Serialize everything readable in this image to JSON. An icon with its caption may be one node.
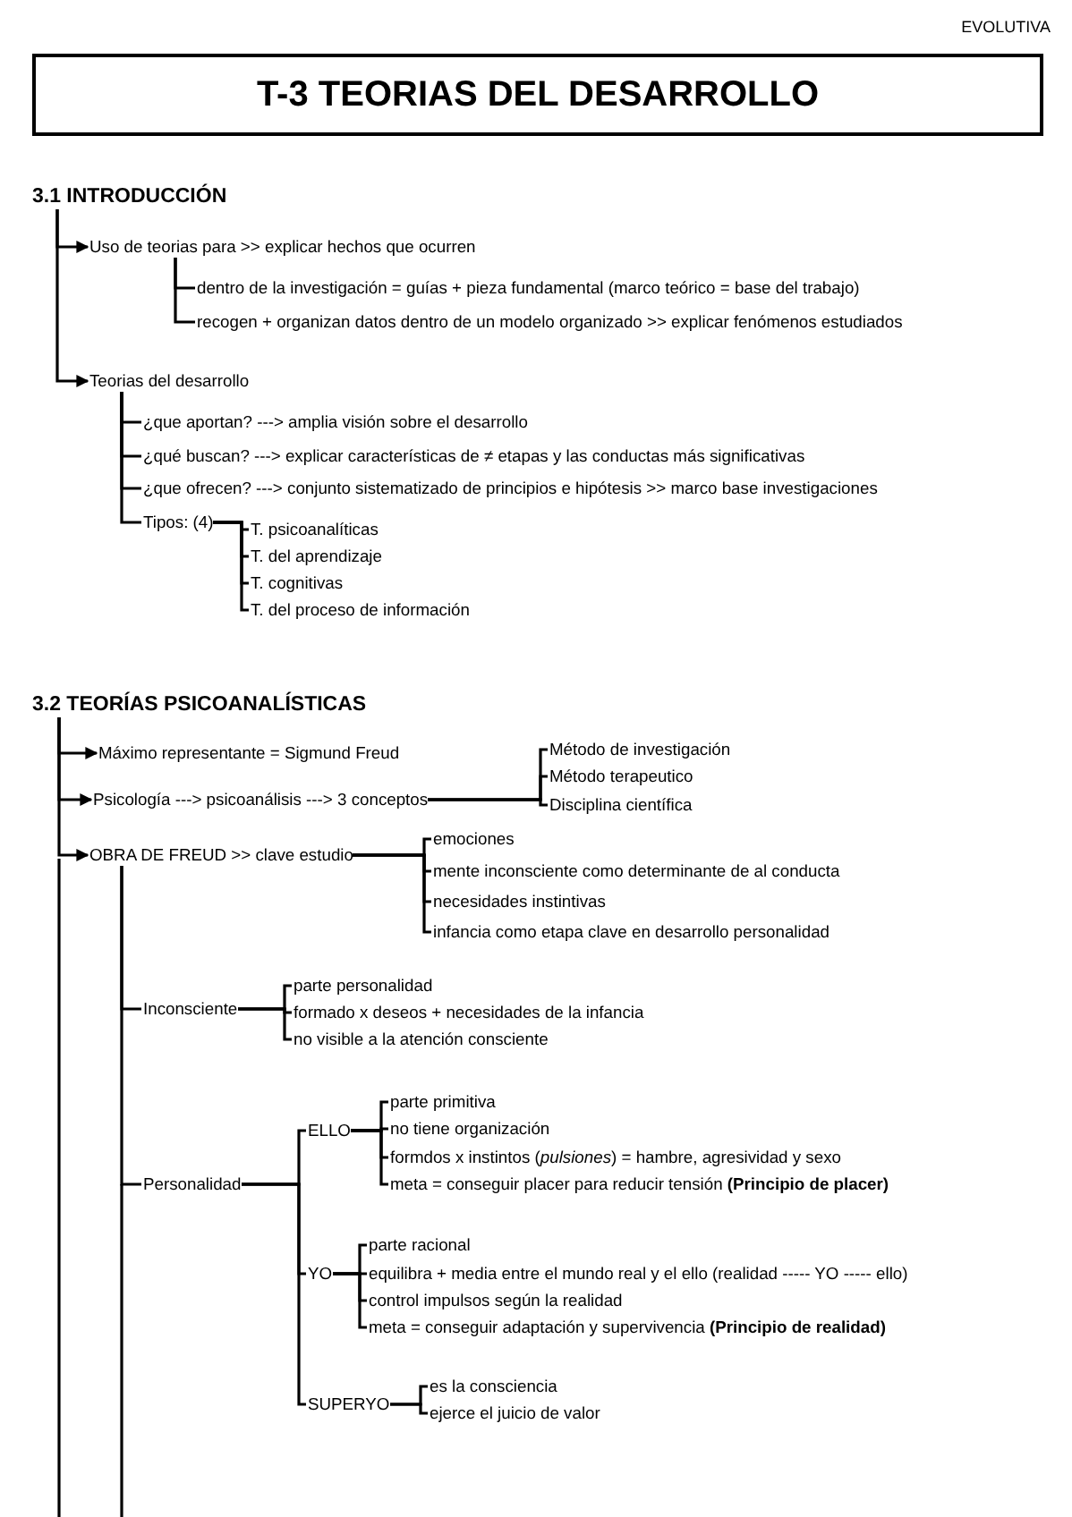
{
  "diagram": {
    "title": "T-3 TEORIAS DEL DESARROLLO",
    "nodes": [
      {
        "text": [
          "3.1 INTRODUCCIÓN"
        ]
      },
      {
        "text": [
          "Uso de teorias para >> explicar hechos que ocurren"
        ]
      },
      {
        "text": [
          "dentro de la investigación = guías + pieza fundamental (marco teórico = base del trabajo)"
        ]
      },
      {
        "text": [
          "recogen + organizan datos dentro de un modelo organizado >> explicar fenómenos estudiados"
        ]
      },
      {
        "text": [
          "Teorias del desarrollo"
        ]
      },
      {
        "text": [
          "¿que aportan? ---> amplia visión sobre el desarrollo"
        ]
      },
      {
        "text": [
          "¿qué buscan? ---> explicar características de ≠ etapas y las conductas más significativas"
        ]
      },
      {
        "text": [
          "¿que ofrecen? ---> conjunto sistematizado de principios e hipótesis >> marco base investigaciones"
        ]
      },
      {
        "text": [
          "Tipos: (4)"
        ]
      },
      {
        "text": [
          "T. psicoanalíticas"
        ]
      },
      {
        "text": [
          "T. del aprendizaje"
        ]
      },
      {
        "text": [
          "T. cognitivas"
        ]
      },
      {
        "text": [
          "T. del proceso de información"
        ]
      },
      {
        "text": [
          "3.2 TEORÍAS PSICOANALÍSTICAS"
        ]
      },
      {
        "text": [
          "Máximo representante = Sigmund Freud"
        ]
      },
      {
        "text": [
          "Psicología ---> psicoanálisis ---> 3 conceptos"
        ]
      },
      {
        "text": [
          "Método de investigación"
        ]
      },
      {
        "text": [
          "Método terapeutico"
        ]
      },
      {
        "text": [
          "Disciplina científica"
        ]
      },
      {
        "text": [
          "OBRA DE FREUD >> clave estudio"
        ]
      },
      {
        "text": [
          "emociones"
        ]
      },
      {
        "text": [
          "mente inconsciente como determinante de al conducta"
        ]
      },
      {
        "text": [
          "necesidades instintivas"
        ]
      },
      {
        "text": [
          "infancia como etapa clave en desarrollo personalidad"
        ]
      },
      {
        "text": [
          "Inconsciente"
        ]
      },
      {
        "text": [
          "parte personalidad"
        ]
      },
      {
        "text": [
          "formado x deseos + necesidades de la infancia"
        ]
      },
      {
        "text": [
          "no visible a la atención consciente"
        ]
      },
      {
        "text": [
          "Personalidad"
        ]
      },
      {
        "text": [
          "ELLO"
        ]
      },
      {
        "text": [
          "parte primitiva"
        ]
      },
      {
        "text": [
          "no tiene organización"
        ]
      },
      {
        "text": [
          "formdos x instintos (*pulsiones*) = hambre, agresividad y sexo"
        ]
      },
      {
        "text": [
          "meta = conseguir placer para reducir tensión **(Principio de placer)**"
        ]
      },
      {
        "text": [
          "YO"
        ]
      },
      {
        "text": [
          "parte racional"
        ]
      },
      {
        "text": [
          "equilibra + media entre el mundo real y el ello (realidad ----- YO ----- ello)"
        ]
      },
      {
        "text": [
          "control impulsos según la realidad"
        ]
      },
      {
        "text": [
          "meta = conseguir adaptación y supervivencia **(Principio de realidad)**"
        ]
      },
      {
        "text": [
          "SUPERYO"
        ]
      },
      {
        "text": [
          "es la consciencia"
        ]
      },
      {
        "text": [
          "ejerce el juicio de valor"
        ]
      }
    ],
    "edges": [
      {
        "from": 0,
        "to": 1,
        "arrow": "to"
      },
      {
        "from": 1,
        "to": 2,
        "arrow": "none"
      },
      {
        "from": 1,
        "to": 3,
        "arrow": "none"
      },
      {
        "from": 0,
        "to": 4,
        "arrow": "to"
      },
      {
        "from": 4,
        "to": 5,
        "arrow": "none"
      },
      {
        "from": 4,
        "to": 6,
        "arrow": "none"
      },
      {
        "from": 4,
        "to": 7,
        "arrow": "none"
      },
      {
        "from": 4,
        "to": 8,
        "arrow": "none"
      },
      {
        "from": 8,
        "to": 9,
        "arrow": "none"
      },
      {
        "from": 8,
        "to": 10,
        "arrow": "none"
      },
      {
        "from": 8,
        "to": 11,
        "arrow": "none"
      },
      {
        "from": 8,
        "to": 12,
        "arrow": "none"
      },
      {
        "from": 13,
        "to": 14,
        "arrow": "to"
      },
      {
        "from": 13,
        "to": 15,
        "arrow": "to"
      },
      {
        "from": 15,
        "to": 16,
        "arrow": "none"
      },
      {
        "from": 15,
        "to": 17,
        "arrow": "none"
      },
      {
        "from": 15,
        "to": 18,
        "arrow": "none"
      },
      {
        "from": 13,
        "to": 19,
        "arrow": "to"
      },
      {
        "from": 19,
        "to": 20,
        "arrow": "none"
      },
      {
        "from": 19,
        "to": 21,
        "arrow": "none"
      },
      {
        "from": 19,
        "to": 22,
        "arrow": "none"
      },
      {
        "from": 19,
        "to": 23,
        "arrow": "none"
      },
      {
        "from": 19,
        "to": 24,
        "arrow": "none"
      },
      {
        "from": 24,
        "to": 25,
        "arrow": "none"
      },
      {
        "from": 24,
        "to": 26,
        "arrow": "none"
      },
      {
        "from": 24,
        "to": 27,
        "arrow": "none"
      },
      {
        "from": 19,
        "to": 28,
        "arrow": "none"
      },
      {
        "from": 28,
        "to": 29,
        "arrow": "none"
      },
      {
        "from": 29,
        "to": 30,
        "arrow": "none"
      },
      {
        "from": 29,
        "to": 31,
        "arrow": "none"
      },
      {
        "from": 29,
        "to": 32,
        "arrow": "none"
      },
      {
        "from": 29,
        "to": 33,
        "arrow": "none"
      },
      {
        "from": 28,
        "to": 34,
        "arrow": "none"
      },
      {
        "from": 34,
        "to": 35,
        "arrow": "none"
      },
      {
        "from": 34,
        "to": 36,
        "arrow": "none"
      },
      {
        "from": 34,
        "to": 37,
        "arrow": "none"
      },
      {
        "from": 34,
        "to": 38,
        "arrow": "none"
      },
      {
        "from": 28,
        "to": 39,
        "arrow": "none"
      },
      {
        "from": 39,
        "to": 40,
        "arrow": "none"
      },
      {
        "from": 39,
        "to": 41,
        "arrow": "none"
      }
    ],
    "labels": [
      "EVOLUTIVA"
    ]
  }
}
